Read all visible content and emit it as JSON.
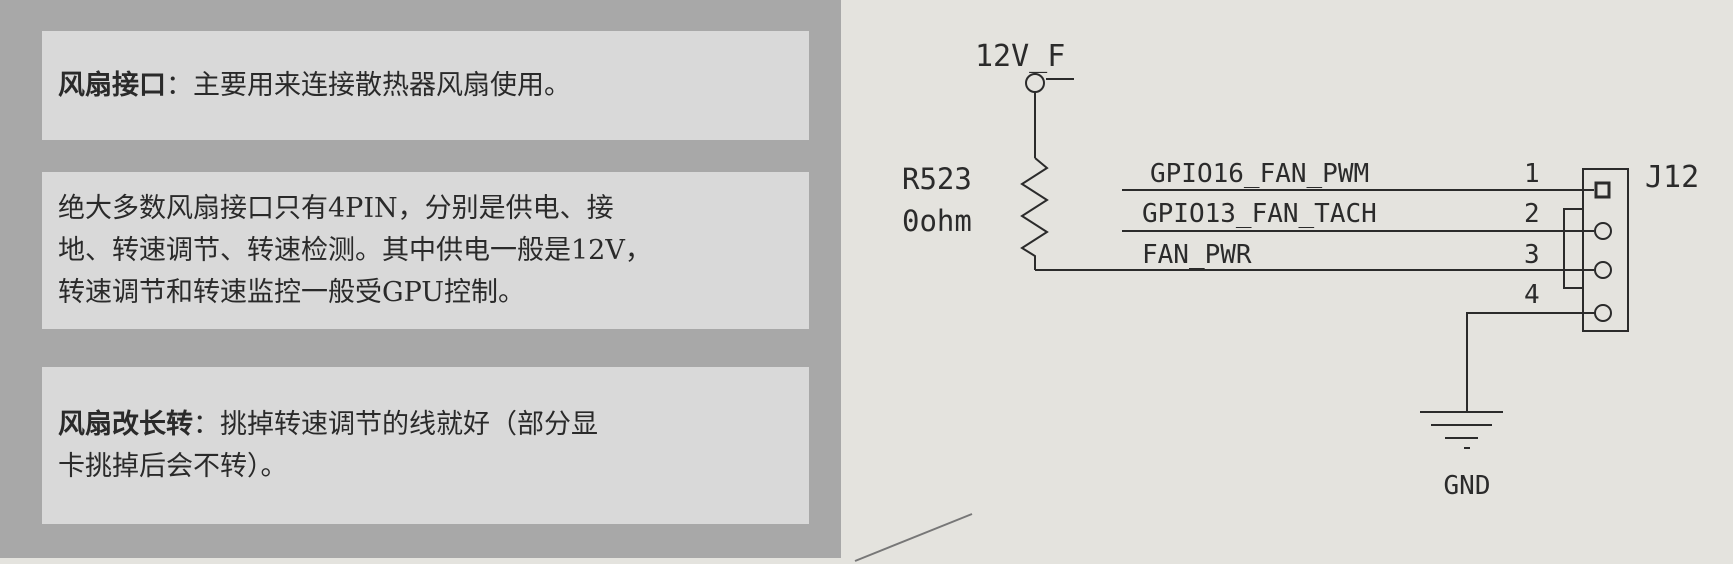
{
  "notes": [
    {
      "title": "风扇接口",
      "body": "：主要用来连接散热器风扇使用。"
    },
    {
      "body_lines": [
        "绝大多数风扇接口只有4PIN，分别是供电、接",
        "地、转速调节、转速检测。其中供电一般是12V，",
        "转速调节和转速监控一般受GPU控制。"
      ]
    },
    {
      "title": "风扇改长转",
      "body_lines": [
        "：挑掉转速调节的线就好（部分显",
        "卡挑掉后会不转）。"
      ]
    }
  ],
  "schematic": {
    "power_net": "12V_F",
    "resistor": {
      "ref": "R523",
      "value": "0ohm"
    },
    "connector": "J12",
    "nets": [
      {
        "pin": "1",
        "name": "GPIO16_FAN_PWM"
      },
      {
        "pin": "2",
        "name": "GPIO13_FAN_TACH"
      },
      {
        "pin": "3",
        "name": "FAN_PWR"
      },
      {
        "pin": "4",
        "name": ""
      }
    ],
    "ground": "GND"
  }
}
